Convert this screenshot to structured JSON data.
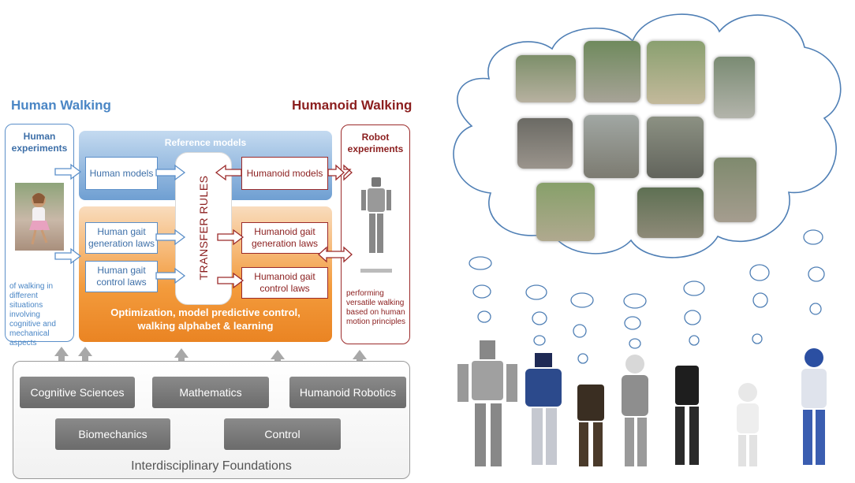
{
  "left": {
    "human_walking": "Human Walking",
    "humanoid_walking": "Humanoid Walking",
    "human_experiments": "Human experiments",
    "human_note": "of walking in different situations involving  cognitive and mechanical aspects",
    "robot_experiments": "Robot experiments",
    "robot_note": "performing versatile walking based on human motion principles",
    "reference_models": "Reference models",
    "human_models": "Human models",
    "human_gait_generation": "Human gait generation laws",
    "human_gait_control": "Human gait control laws",
    "transfer_rules": "TRANSFER RULES",
    "humanoid_models": "Humanoid models",
    "humanoid_gait_generation": "Humanoid gait generation laws",
    "humanoid_gait_control": "Humanoid gait control laws",
    "optimization": "Optimization, model predictive control, walking alphabet  & learning",
    "foundations": {
      "cognitive": "Cognitive Sciences",
      "mathematics": "Mathematics",
      "humanoid_robotics": "Humanoid Robotics",
      "biomechanics": "Biomechanics",
      "control": "Control",
      "title": "Interdisciplinary Foundations"
    }
  },
  "colors": {
    "blue": "#4a86c5",
    "red": "#8b1e1e",
    "orange": "#f39b3c",
    "gray": "#777777"
  }
}
